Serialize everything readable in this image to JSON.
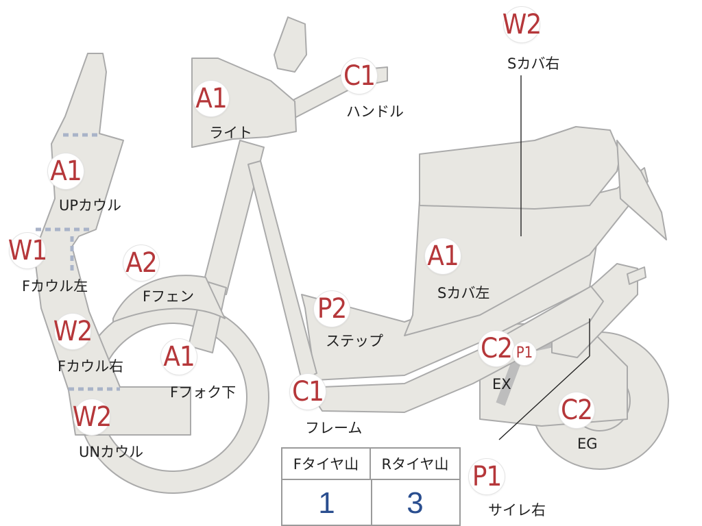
{
  "parts": [
    {
      "id": "light",
      "code": "A1",
      "name": "ライト"
    },
    {
      "id": "handle",
      "code": "C1",
      "name": "ハンドル"
    },
    {
      "id": "side-cover-right",
      "code": "W2",
      "name": "Sカバ右"
    },
    {
      "id": "upper-cowl",
      "code": "A1",
      "name": "UPカウル"
    },
    {
      "id": "front-cowl-left",
      "code": "W1",
      "name": "Fカウル左"
    },
    {
      "id": "front-fender",
      "code": "A2",
      "name": "Fフェン"
    },
    {
      "id": "front-cowl-right",
      "code": "W2",
      "name": "Fカウル右"
    },
    {
      "id": "front-fork-lower",
      "code": "A1",
      "name": "Fフォク下"
    },
    {
      "id": "under-cowl",
      "code": "W2",
      "name": "UNカウル"
    },
    {
      "id": "step",
      "code": "P2",
      "name": "ステップ"
    },
    {
      "id": "side-cover-left",
      "code": "A1",
      "name": "Sカバ左"
    },
    {
      "id": "frame",
      "code": "C1",
      "name": "フレーム"
    },
    {
      "id": "exhaust",
      "code": "C2",
      "code2": "P1",
      "name": "EX"
    },
    {
      "id": "engine",
      "code": "C2",
      "name": "EG"
    },
    {
      "id": "silencer-right",
      "code": "P1",
      "name": "サイレ右"
    }
  ],
  "tire_table": {
    "headers": [
      "Fタイヤ山",
      "Rタイヤ山"
    ],
    "values": [
      "1",
      "3"
    ]
  },
  "colors": {
    "body_fill": "#e8e7e2",
    "outline": "#aaaaaa",
    "code": "#b5373a",
    "tire_value": "#2a4e8f"
  }
}
